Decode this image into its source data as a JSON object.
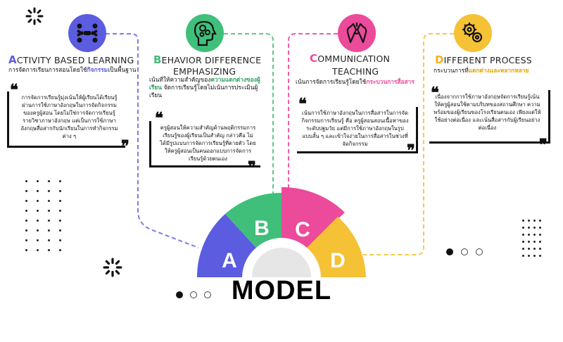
{
  "colors": {
    "a": "#5b5ce0",
    "b": "#3fbf7a",
    "c": "#ec4a9b",
    "d": "#f5c135",
    "line_a": "#7b7be8",
    "line_b": "#5dc98a",
    "line_c": "#ef5aa8",
    "line_d": "#f5c94a"
  },
  "cards": [
    {
      "icon": "handshake-network-icon",
      "initial": "A",
      "title_rest": "CTIVITY BASED LEARNING",
      "title_line2": "",
      "sub_pre": "การจัดการเรียนการสอนโดยใช้",
      "sub_hl": "กิจกรรม",
      "sub_post": "เป็นพื้นฐาน",
      "body": "การจัดการเรียนรู้มุ่งเน้นให้ผู้เรียนได้เรียนรู้ผ่านการใช้ภาษาอังกฤษในการจัดกิจกรรมของครูผู้สอน โดยไม่ใช่การจัดการเรียนรู้รายวิชาภาษาอังกฤษ แต่เป็นการใช้ภาษาอังกฤษสื่อสารกับนักเรียนในการทำกิจกรรมต่าง ๆ"
    },
    {
      "icon": "head-gears-icon",
      "initial": "B",
      "title_rest": "EHAVIOR DIFFERENCE",
      "title_line2": "EMPHASIZING",
      "sub_pre": "เน้นที่ให้ความสำคัญของ",
      "sub_hl": "ความแตกต่างของผู้เรียน",
      "sub_post": " จัดการเรียนรู้โดยไม่เน้นการประเมินผู้เรียน",
      "body": "ครูผู้สอนให้ความสำคัญด้านพฤติกรรมการเรียนรู้ของผู้เรียนเป็นสำคัญ กล่าวคือ ไม่ได้มีรูปแบบการจัดการเรียนรู้ที่ตายตัว โดยให้ครูผู้สอนเป็นคนออกแบบการจัดการเรียนรู้ด้วยตนเอง"
    },
    {
      "icon": "communication-hands-icon",
      "initial": "C",
      "title_rest": "OMMUNICATION",
      "title_line2": "TEACHING",
      "sub_pre": "เน้นการจัดการเรียนรู้โดยใช้",
      "sub_hl": "กระบวนการสื่อสาร",
      "sub_post": "",
      "body": "เน้นการใช้ภาษาอังกฤษในการสื่อสารในการจัดกิจกรรมการเรียนรู้ คือ ครูผู้สอนสอนเนื้อหาของระดับปฐมวัย แต่มีการใช้ภาษาอังกฤษในรูปแบบสั้น ๆ และเข้าใจง่ายในการสื่อสารในช่วงที่จัดกิจกรรม"
    },
    {
      "icon": "process-gears-icon",
      "initial": "D",
      "title_rest": "IFFERENT PROCESS",
      "title_line2": "",
      "sub_pre": "กระบวนการที่",
      "sub_hl": "แตกต่างและหลากหลาย",
      "sub_post": "",
      "body": "เนื่องจากการใช้ภาษาอังกฤษจัดการเรียนรู้เน้นให้ครูผู้สอนใช้ตามบริบทของสถานศึกษา ความพร้อมของผู้เรียนของโรงเรียนตนเอง เพียงแต่ให้ใช้อย่างต่อเนื่อง และเน้นสื่อสารกับผู้เรียนอย่างต่อเนื่อง"
    }
  ],
  "segments": [
    "A",
    "B",
    "C",
    "D"
  ],
  "open_quote": "❝",
  "close_quote": "❞",
  "model_label": "MODEL"
}
